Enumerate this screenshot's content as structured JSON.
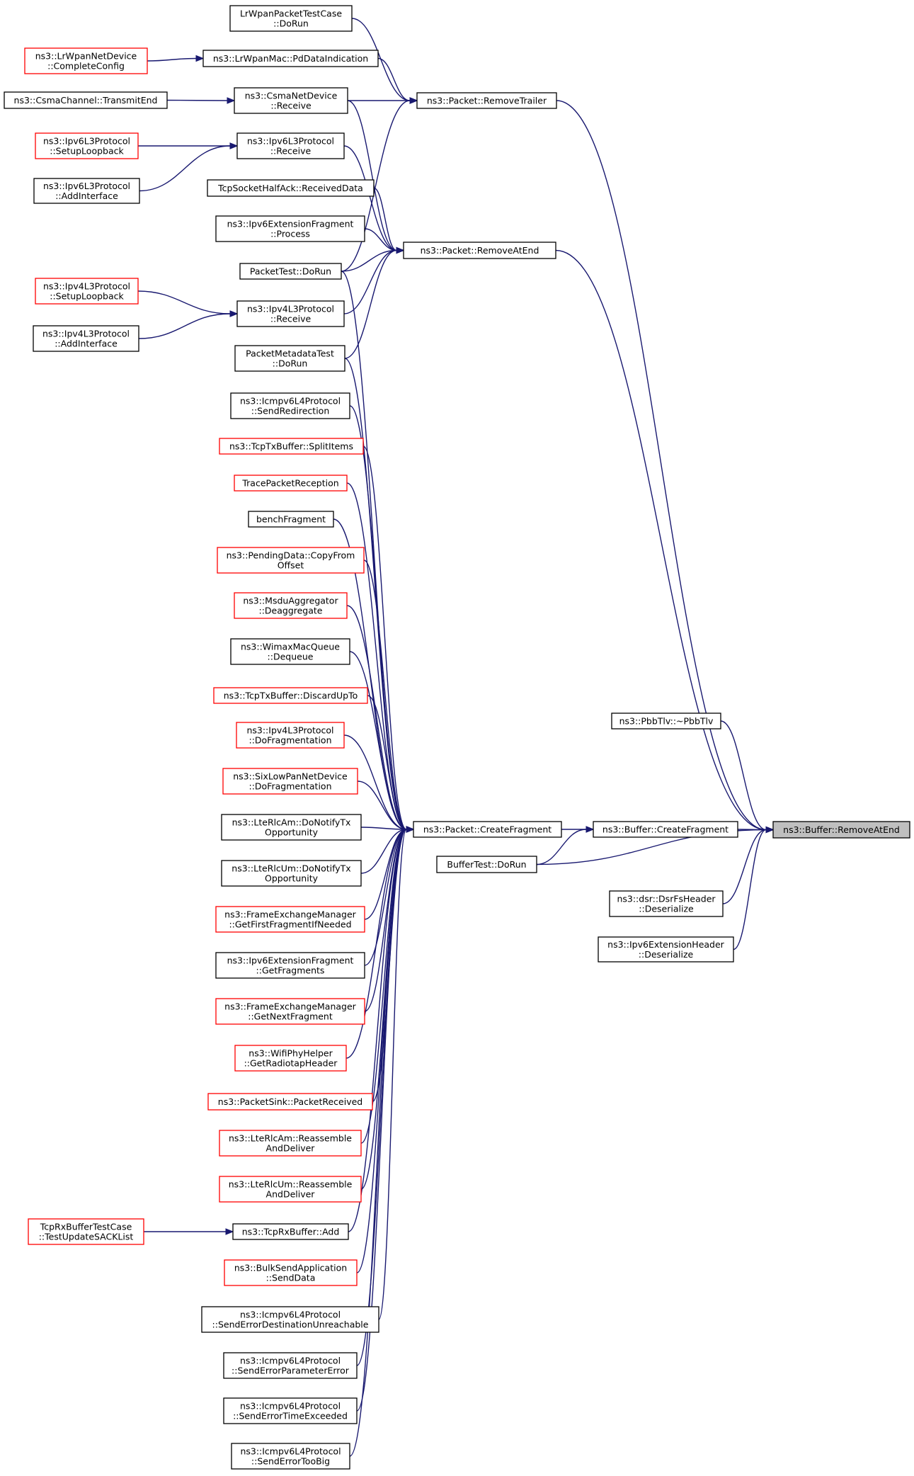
{
  "graph": {
    "focus_node": "ns3::Buffer::RemoveAtEnd",
    "colors": {
      "edge": "#191970",
      "border_plain": "#000000",
      "border_truncated": "#ff0000",
      "focus_fill": "#bfbfbf"
    },
    "nodes": {
      "lrwpan_testcase": {
        "lines": [
          "LrWpanPacketTestCase",
          "::DoRun"
        ],
        "style": "plain"
      },
      "lrwpan_netdev_cfg": {
        "lines": [
          "ns3::LrWpanNetDevice",
          "::CompleteConfig"
        ],
        "style": "red"
      },
      "lrwpan_mac_pd": {
        "lines": [
          "ns3::LrWpanMac::PdDataIndication"
        ],
        "style": "plain"
      },
      "csma_channel_tx": {
        "lines": [
          "ns3::CsmaChannel::TransmitEnd"
        ],
        "style": "plain"
      },
      "csma_netdev_rx": {
        "lines": [
          "ns3::CsmaNetDevice",
          "::Receive"
        ],
        "style": "plain"
      },
      "packet_remove_trailer": {
        "lines": [
          "ns3::Packet::RemoveTrailer"
        ],
        "style": "plain"
      },
      "ipv6l3_setup_loopback": {
        "lines": [
          "ns3::Ipv6L3Protocol",
          "::SetupLoopback"
        ],
        "style": "red"
      },
      "ipv6l3_receive": {
        "lines": [
          "ns3::Ipv6L3Protocol",
          "::Receive"
        ],
        "style": "plain"
      },
      "ipv6l3_add_interface": {
        "lines": [
          "ns3::Ipv6L3Protocol",
          "::AddInterface"
        ],
        "style": "plain"
      },
      "tcp_half_ack": {
        "lines": [
          "TcpSocketHalfAck::ReceivedData"
        ],
        "style": "plain"
      },
      "ipv6_ext_frag_process": {
        "lines": [
          "ns3::Ipv6ExtensionFragment",
          "::Process"
        ],
        "style": "plain"
      },
      "packet_remove_at_end": {
        "lines": [
          "ns3::Packet::RemoveAtEnd"
        ],
        "style": "plain"
      },
      "packet_test_dorun": {
        "lines": [
          "PacketTest::DoRun"
        ],
        "style": "plain"
      },
      "ipv4l3_setup_loopback": {
        "lines": [
          "ns3::Ipv4L3Protocol",
          "::SetupLoopback"
        ],
        "style": "red"
      },
      "ipv4l3_receive": {
        "lines": [
          "ns3::Ipv4L3Protocol",
          "::Receive"
        ],
        "style": "plain"
      },
      "ipv4l3_add_interface": {
        "lines": [
          "ns3::Ipv4L3Protocol",
          "::AddInterface"
        ],
        "style": "plain"
      },
      "packet_metadata_test": {
        "lines": [
          "PacketMetadataTest",
          "::DoRun"
        ],
        "style": "plain"
      },
      "icmpv6_send_redirection": {
        "lines": [
          "ns3::Icmpv6L4Protocol",
          "::SendRedirection"
        ],
        "style": "plain"
      },
      "tcptx_split_items": {
        "lines": [
          "ns3::TcpTxBuffer::SplitItems"
        ],
        "style": "red"
      },
      "trace_packet_reception": {
        "lines": [
          "TracePacketReception"
        ],
        "style": "red"
      },
      "bench_fragment": {
        "lines": [
          "benchFragment"
        ],
        "style": "plain"
      },
      "pending_data_copy": {
        "lines": [
          "ns3::PendingData::CopyFrom",
          "Offset"
        ],
        "style": "red"
      },
      "msdu_deaggregate": {
        "lines": [
          "ns3::MsduAggregator",
          "::Deaggregate"
        ],
        "style": "red"
      },
      "wimax_dequeue": {
        "lines": [
          "ns3::WimaxMacQueue",
          "::Dequeue"
        ],
        "style": "plain"
      },
      "tcptx_discard": {
        "lines": [
          "ns3::TcpTxBuffer::DiscardUpTo"
        ],
        "style": "red"
      },
      "ipv4l3_do_frag": {
        "lines": [
          "ns3::Ipv4L3Protocol",
          "::DoFragmentation"
        ],
        "style": "red"
      },
      "sixlowpan_do_frag": {
        "lines": [
          "ns3::SixLowPanNetDevice",
          "::DoFragmentation"
        ],
        "style": "red"
      },
      "lte_rlc_am_notify": {
        "lines": [
          "ns3::LteRlcAm::DoNotifyTx",
          "Opportunity"
        ],
        "style": "plain"
      },
      "packet_create_fragment": {
        "lines": [
          "ns3::Packet::CreateFragment"
        ],
        "style": "plain"
      },
      "buffer_create_fragment": {
        "lines": [
          "ns3::Buffer::CreateFragment"
        ],
        "style": "plain"
      },
      "buffer_remove_at_end": {
        "lines": [
          "ns3::Buffer::RemoveAtEnd"
        ],
        "style": "focus"
      },
      "pbbtlv_dtor": {
        "lines": [
          "ns3::PbbTlv::~PbbTlv"
        ],
        "style": "plain"
      },
      "lte_rlc_um_notify": {
        "lines": [
          "ns3::LteRlcUm::DoNotifyTx",
          "Opportunity"
        ],
        "style": "plain"
      },
      "buffer_test_dorun": {
        "lines": [
          "BufferTest::DoRun"
        ],
        "style": "plain"
      },
      "dsr_fs_header": {
        "lines": [
          "ns3::dsr::DsrFsHeader",
          "::Deserialize"
        ],
        "style": "plain"
      },
      "fem_first_frag": {
        "lines": [
          "ns3::FrameExchangeManager",
          "::GetFirstFragmentIfNeeded"
        ],
        "style": "red"
      },
      "ipv6_ext_header": {
        "lines": [
          "ns3::Ipv6ExtensionHeader",
          "::Deserialize"
        ],
        "style": "plain"
      },
      "ipv6_ext_frag_get": {
        "lines": [
          "ns3::Ipv6ExtensionFragment",
          "::GetFragments"
        ],
        "style": "plain"
      },
      "fem_next_frag": {
        "lines": [
          "ns3::FrameExchangeManager",
          "::GetNextFragment"
        ],
        "style": "red"
      },
      "wifi_phy_radiotap": {
        "lines": [
          "ns3::WifiPhyHelper",
          "::GetRadiotapHeader"
        ],
        "style": "red"
      },
      "packet_sink_rx": {
        "lines": [
          "ns3::PacketSink::PacketReceived"
        ],
        "style": "red"
      },
      "lte_rlc_am_reassemble": {
        "lines": [
          "ns3::LteRlcAm::Reassemble",
          "AndDeliver"
        ],
        "style": "red"
      },
      "lte_rlc_um_reassemble": {
        "lines": [
          "ns3::LteRlcUm::Reassemble",
          "AndDeliver"
        ],
        "style": "red"
      },
      "tcprx_test_sack": {
        "lines": [
          "TcpRxBufferTestCase",
          "::TestUpdateSACKList"
        ],
        "style": "red"
      },
      "tcprx_add": {
        "lines": [
          "ns3::TcpRxBuffer::Add"
        ],
        "style": "plain"
      },
      "bulk_send_data": {
        "lines": [
          "ns3::BulkSendApplication",
          "::SendData"
        ],
        "style": "red"
      },
      "icmpv6_err_unreach": {
        "lines": [
          "ns3::Icmpv6L4Protocol",
          "::SendErrorDestinationUnreachable"
        ],
        "style": "plain"
      },
      "icmpv6_err_param": {
        "lines": [
          "ns3::Icmpv6L4Protocol",
          "::SendErrorParameterError"
        ],
        "style": "plain"
      },
      "icmpv6_err_time": {
        "lines": [
          "ns3::Icmpv6L4Protocol",
          "::SendErrorTimeExceeded"
        ],
        "style": "plain"
      },
      "icmpv6_err_toobig": {
        "lines": [
          "ns3::Icmpv6L4Protocol",
          "::SendErrorTooBig"
        ],
        "style": "plain"
      }
    },
    "edges": [
      [
        "lrwpan_testcase",
        "packet_remove_trailer"
      ],
      [
        "lrwpan_netdev_cfg",
        "lrwpan_mac_pd"
      ],
      [
        "lrwpan_mac_pd",
        "packet_remove_trailer"
      ],
      [
        "csma_channel_tx",
        "csma_netdev_rx"
      ],
      [
        "csma_netdev_rx",
        "packet_remove_trailer"
      ],
      [
        "csma_netdev_rx",
        "packet_remove_at_end"
      ],
      [
        "packet_test_dorun",
        "packet_remove_trailer"
      ],
      [
        "packet_remove_trailer",
        "buffer_remove_at_end"
      ],
      [
        "ipv6l3_setup_loopback",
        "ipv6l3_receive"
      ],
      [
        "ipv6l3_add_interface",
        "ipv6l3_receive"
      ],
      [
        "ipv6l3_receive",
        "packet_remove_at_end"
      ],
      [
        "tcp_half_ack",
        "packet_remove_at_end"
      ],
      [
        "ipv6_ext_frag_process",
        "packet_remove_at_end"
      ],
      [
        "packet_test_dorun",
        "packet_remove_at_end"
      ],
      [
        "ipv4l3_receive",
        "packet_remove_at_end"
      ],
      [
        "packet_metadata_test",
        "packet_remove_at_end"
      ],
      [
        "ipv4l3_setup_loopback",
        "ipv4l3_receive"
      ],
      [
        "ipv4l3_add_interface",
        "ipv4l3_receive"
      ],
      [
        "packet_remove_at_end",
        "buffer_remove_at_end"
      ],
      [
        "packet_test_dorun",
        "packet_create_fragment"
      ],
      [
        "packet_metadata_test",
        "packet_create_fragment"
      ],
      [
        "icmpv6_send_redirection",
        "packet_create_fragment"
      ],
      [
        "tcptx_split_items",
        "packet_create_fragment"
      ],
      [
        "trace_packet_reception",
        "packet_create_fragment"
      ],
      [
        "bench_fragment",
        "packet_create_fragment"
      ],
      [
        "pending_data_copy",
        "packet_create_fragment"
      ],
      [
        "msdu_deaggregate",
        "packet_create_fragment"
      ],
      [
        "wimax_dequeue",
        "packet_create_fragment"
      ],
      [
        "tcptx_discard",
        "packet_create_fragment"
      ],
      [
        "ipv4l3_do_frag",
        "packet_create_fragment"
      ],
      [
        "sixlowpan_do_frag",
        "packet_create_fragment"
      ],
      [
        "lte_rlc_am_notify",
        "packet_create_fragment"
      ],
      [
        "lte_rlc_um_notify",
        "packet_create_fragment"
      ],
      [
        "fem_first_frag",
        "packet_create_fragment"
      ],
      [
        "ipv6_ext_frag_get",
        "packet_create_fragment"
      ],
      [
        "fem_next_frag",
        "packet_create_fragment"
      ],
      [
        "wifi_phy_radiotap",
        "packet_create_fragment"
      ],
      [
        "packet_sink_rx",
        "packet_create_fragment"
      ],
      [
        "lte_rlc_am_reassemble",
        "packet_create_fragment"
      ],
      [
        "lte_rlc_um_reassemble",
        "packet_create_fragment"
      ],
      [
        "tcprx_add",
        "packet_create_fragment"
      ],
      [
        "tcprx_test_sack",
        "tcprx_add"
      ],
      [
        "bulk_send_data",
        "packet_create_fragment"
      ],
      [
        "icmpv6_err_unreach",
        "packet_create_fragment"
      ],
      [
        "icmpv6_err_param",
        "packet_create_fragment"
      ],
      [
        "icmpv6_err_time",
        "packet_create_fragment"
      ],
      [
        "icmpv6_err_toobig",
        "packet_create_fragment"
      ],
      [
        "packet_create_fragment",
        "buffer_create_fragment"
      ],
      [
        "buffer_create_fragment",
        "buffer_remove_at_end"
      ],
      [
        "buffer_test_dorun",
        "buffer_create_fragment"
      ],
      [
        "buffer_test_dorun",
        "buffer_remove_at_end"
      ],
      [
        "pbbtlv_dtor",
        "buffer_remove_at_end"
      ],
      [
        "dsr_fs_header",
        "buffer_remove_at_end"
      ],
      [
        "ipv6_ext_header",
        "buffer_remove_at_end"
      ]
    ]
  }
}
